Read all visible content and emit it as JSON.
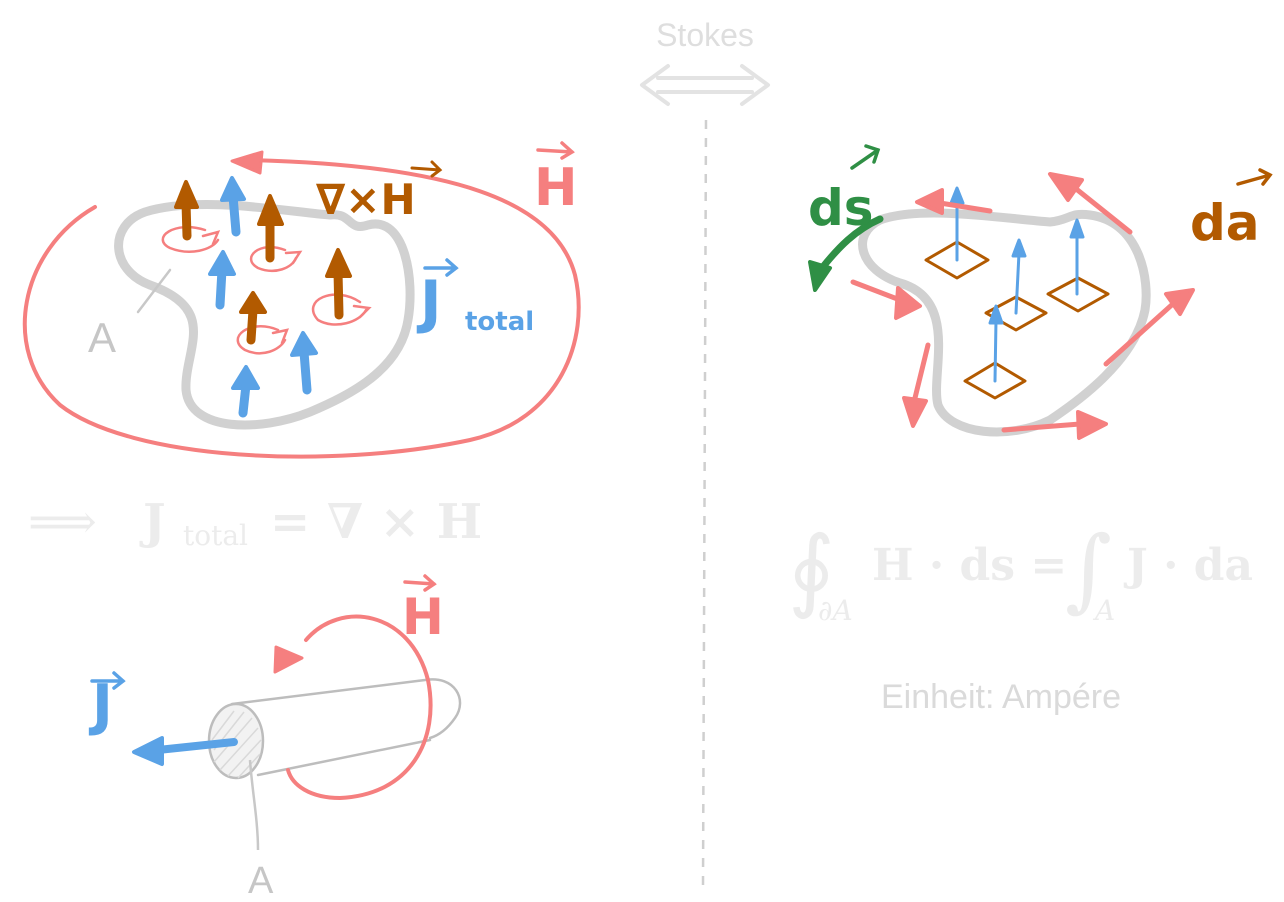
{
  "header": {
    "label": "Stokes"
  },
  "colors": {
    "H": "#f57f7f",
    "J": "#5aa2e6",
    "curl": "#b25a00",
    "ds": "#2f8f45",
    "boundary": "#d1d1d1",
    "faint": "#e6e6e6",
    "text_faint": "#dadada"
  },
  "left_top": {
    "H_label": "H",
    "curl_label": "∇×H",
    "J_label": "J",
    "J_sub": "total",
    "area_label": "A"
  },
  "formula_differential": {
    "arrow": "⟹",
    "J": "J",
    "J_sub": "total",
    "rhs": "= ∇ × H"
  },
  "left_bottom": {
    "H_label": "H",
    "J_label": "J",
    "area_label": "A"
  },
  "right_top": {
    "ds_label": "ds",
    "da_label": "da"
  },
  "formula_integral": {
    "oint": "∮",
    "oint_sub": "∂A",
    "lhs": "H · ds =",
    "int": "∫",
    "int_sub": "A",
    "rhs": "J · da"
  },
  "unit": {
    "text": "Einheit: Ampére"
  }
}
